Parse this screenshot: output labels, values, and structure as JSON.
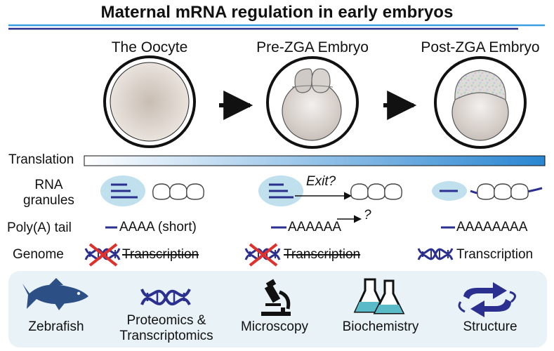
{
  "title": "Maternal mRNA regulation in early embryos",
  "stages": [
    {
      "label": "The Oocyte"
    },
    {
      "label": "Pre-ZGA Embryo"
    },
    {
      "label": "Post-ZGA Embryo"
    }
  ],
  "rows": {
    "translation": "Translation",
    "rna_granules": [
      "RNA",
      "granules"
    ],
    "polya": "Poly(A) tail",
    "genome": "Genome"
  },
  "annotations": {
    "exit": "Exit?",
    "question": "?"
  },
  "polya_tails": [
    "AAAA (short)",
    "AAAAAA",
    "AAAAAAAA"
  ],
  "transcription": [
    {
      "label": "Transcription",
      "active": false
    },
    {
      "label": "Transcription",
      "active": false
    },
    {
      "label": "Transcription",
      "active": true
    }
  ],
  "tools": [
    {
      "label": "Zebrafish",
      "icon": "fish-icon"
    },
    {
      "label_line1": "Proteomics &",
      "label_line2": "Transcriptomics",
      "icon": "dna-icon"
    },
    {
      "label": "Microscopy",
      "icon": "microscope-icon"
    },
    {
      "label": "Biochemistry",
      "icon": "flask-icon"
    },
    {
      "label": "Structure",
      "icon": "protein-structure-icon"
    }
  ],
  "colors": {
    "navy": "#2b2f8f",
    "light_blue": "#3a9fe0",
    "granule": "#bfe0ec",
    "panel": "#e8f2f7",
    "icon_blue": "#2c4f86",
    "teal": "#5bbac8",
    "red_x": "#e0302c"
  }
}
